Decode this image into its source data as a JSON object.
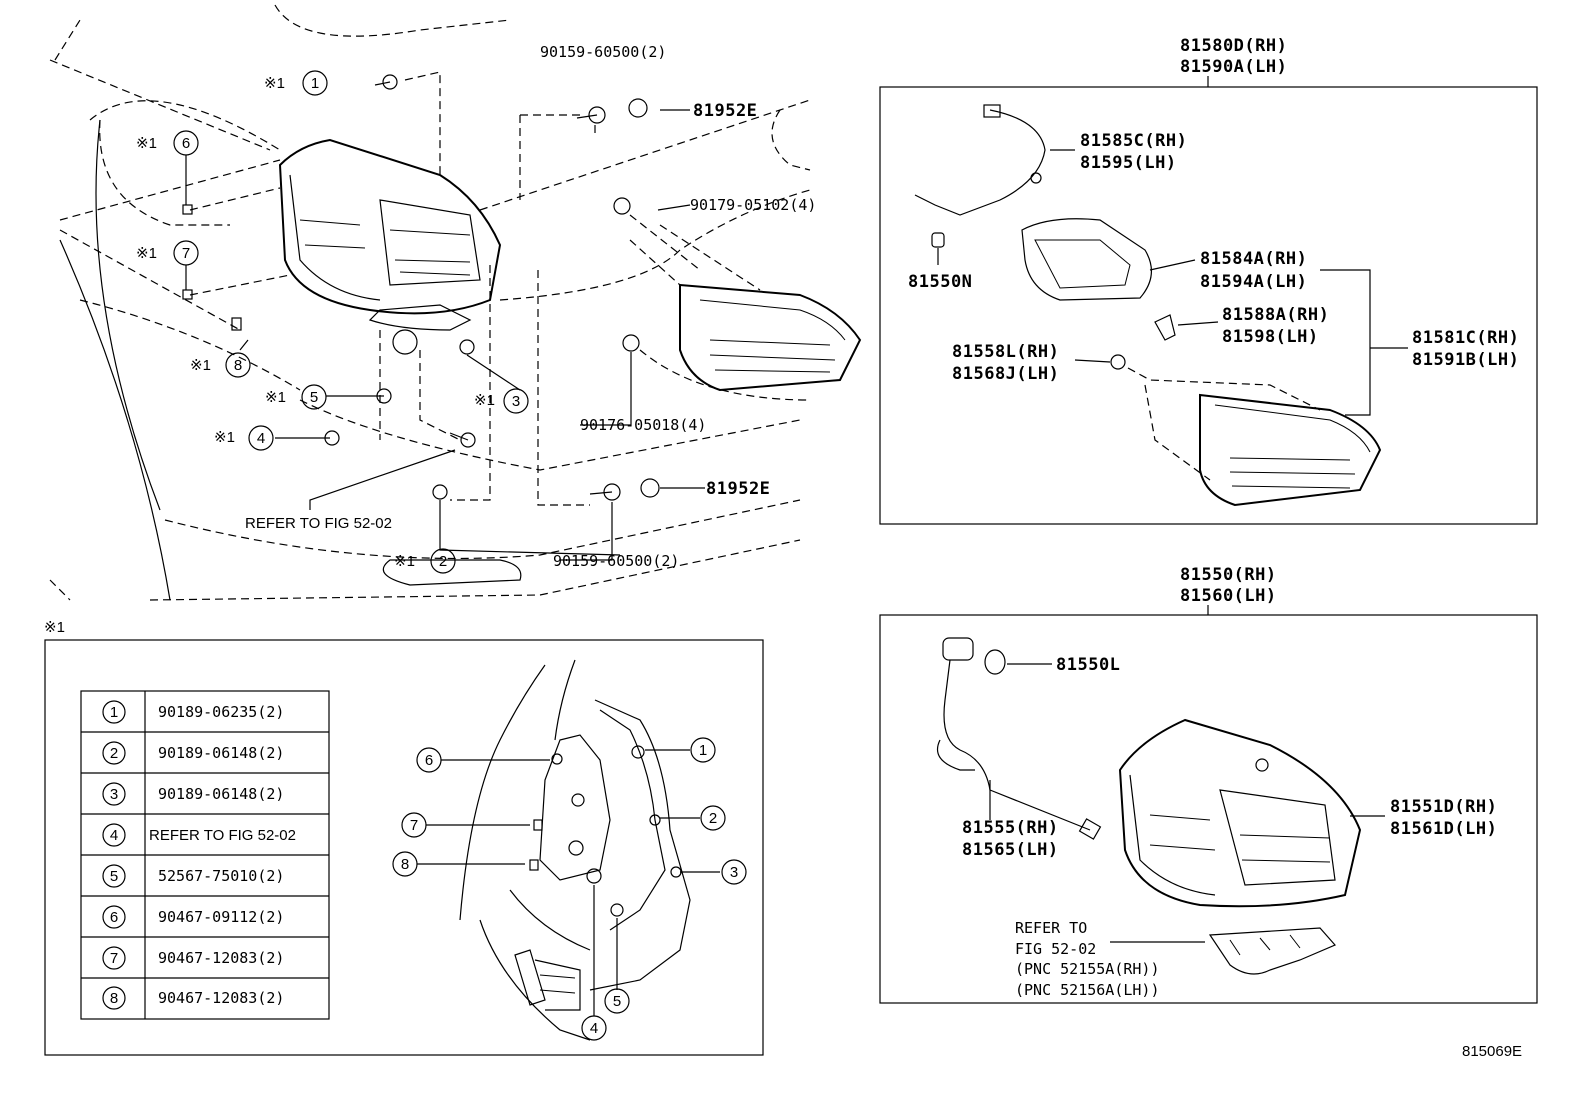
{
  "main": {
    "labels": {
      "bolt_60500_top": "90159-60500(2)",
      "plug_top": "81952E",
      "nut_05102": "90179-05102(4)",
      "clip_05018": "90176-05018(4)",
      "plug_bottom": "81952E",
      "bolt_60500_bottom": "90159-60500(2)",
      "refer_fig": "REFER TO FIG 52-02"
    },
    "callouts": [
      "1",
      "6",
      "7",
      "8",
      "5",
      "4",
      "2",
      "3"
    ],
    "note_mark": "※1"
  },
  "inner_lamp_box": {
    "header_rh": "81580D(RH)",
    "header_lh": "81590A(LH)",
    "labels": {
      "wire_rh": "81585C(RH)",
      "wire_lh": "81595(LH)",
      "bulb": "81550N",
      "lens_rh": "81584A(RH)",
      "lens_lh": "81594A(LH)",
      "bracket_rh": "81588A(RH)",
      "bracket_lh": "81598(LH)",
      "socket_rh": "81558L(RH)",
      "socket_lh": "81568J(LH)",
      "assy_rh": "81581C(RH)",
      "assy_lh": "81591B(LH)"
    }
  },
  "outer_lamp_box": {
    "header_rh": "81550(RH)",
    "header_lh": "81560(LH)",
    "labels": {
      "bulb": "81550L",
      "wire_rh": "81555(RH)",
      "wire_lh": "81565(LH)",
      "assy_rh": "81551D(RH)",
      "assy_lh": "81561D(LH)",
      "refer_1": "REFER TO",
      "refer_2": "FIG 52-02",
      "refer_3": "(PNC 52155A(RH))",
      "refer_4": "(PNC 52156A(LH))"
    }
  },
  "detail_box": {
    "title": "※1",
    "table": [
      {
        "n": "1",
        "part": "90189-06235(2)"
      },
      {
        "n": "2",
        "part": "90189-06148(2)"
      },
      {
        "n": "3",
        "part": "90189-06148(2)"
      },
      {
        "n": "4",
        "part": "REFER TO FIG 52-02"
      },
      {
        "n": "5",
        "part": "52567-75010(2)"
      },
      {
        "n": "6",
        "part": "90467-09112(2)"
      },
      {
        "n": "7",
        "part": "90467-12083(2)"
      },
      {
        "n": "8",
        "part": "90467-12083(2)"
      }
    ],
    "callouts": [
      "6",
      "1",
      "7",
      "2",
      "8",
      "3",
      "5",
      "4"
    ]
  },
  "figure_id": "815069E"
}
